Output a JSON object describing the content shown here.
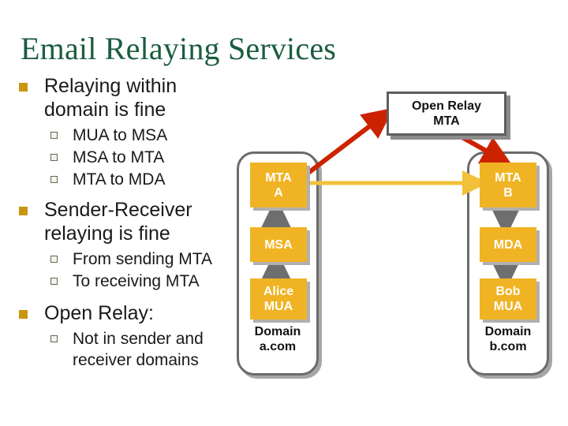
{
  "slide": {
    "title": "Email Relaying Services",
    "background": "#ffffff",
    "title_color": "#1a5c3f"
  },
  "colors": {
    "title_green": "#1a5c3f",
    "bullet_gold": "#c8960f",
    "node_gold": "#f0b323",
    "node_text": "#ffffff",
    "red_arrow": "#cc2200",
    "yellow_arrow": "#f2c13c",
    "gray_arrow": "#6e6e6e",
    "container_border": "#6b6b6b",
    "shadow": "#a6a6a6"
  },
  "bullets": [
    {
      "level1": "Relaying within domain is fine",
      "level2": [
        "MUA to MSA",
        "MSA to MTA",
        "MTA to MDA"
      ]
    },
    {
      "level1": "Sender-Receiver relaying is fine",
      "level2": [
        "From sending MTA",
        "To receiving MTA"
      ]
    },
    {
      "level1": "Open Relay:",
      "level2": [
        "Not in sender and receiver domains"
      ]
    }
  ],
  "diagram": {
    "relay_node": {
      "label": "Open Relay MTA",
      "line1": "Open Relay",
      "line2": "MTA"
    },
    "domain_a": {
      "label": "Domain a.com",
      "label_line1": "Domain",
      "label_line2": "a.com",
      "nodes": [
        {
          "id": "mta-a",
          "line1": "MTA",
          "line2": "A"
        },
        {
          "id": "msa",
          "line1": "MSA",
          "line2": ""
        },
        {
          "id": "alice-mua",
          "line1": "Alice",
          "line2": "MUA"
        }
      ]
    },
    "domain_b": {
      "label": "Domain b.com",
      "label_line1": "Domain",
      "label_line2": "b.com",
      "nodes": [
        {
          "id": "mta-b",
          "line1": "MTA",
          "line2": "B"
        },
        {
          "id": "mda",
          "line1": "MDA",
          "line2": ""
        },
        {
          "id": "bob-mua",
          "line1": "Bob",
          "line2": "MUA"
        }
      ]
    },
    "flows": [
      {
        "from": "alice-mua",
        "to": "msa",
        "color": "#6e6e6e",
        "direction": "up"
      },
      {
        "from": "msa",
        "to": "mta-a",
        "color": "#6e6e6e",
        "direction": "up"
      },
      {
        "from": "mta-a",
        "to": "mta-b",
        "color": "#f2c13c",
        "direction": "right"
      },
      {
        "from": "mta-a",
        "to": "open-relay-mta",
        "color": "#cc2200",
        "direction": "up-right"
      },
      {
        "from": "open-relay-mta",
        "to": "mta-b",
        "color": "#cc2200",
        "direction": "down-right"
      },
      {
        "from": "mta-b",
        "to": "mda",
        "color": "#6e6e6e",
        "direction": "down"
      },
      {
        "from": "mda",
        "to": "bob-mua",
        "color": "#6e6e6e",
        "direction": "down"
      }
    ]
  }
}
